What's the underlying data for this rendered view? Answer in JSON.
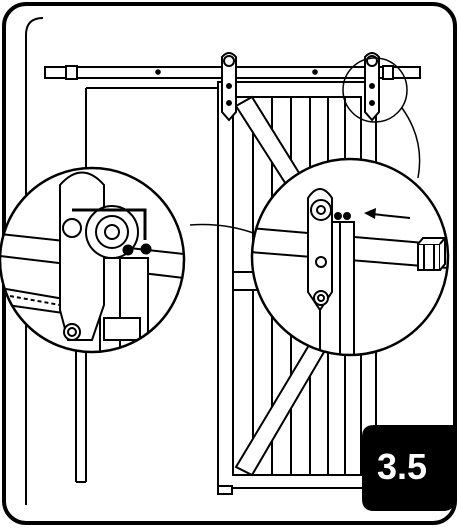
{
  "step_badge": {
    "label": "3.5",
    "bg": "#000000",
    "fg": "#ffffff"
  },
  "colors": {
    "ink": "#000000",
    "paper": "#ffffff",
    "shade": "#d9d9d9"
  },
  "parts": [
    "top-track-rail",
    "barn-door",
    "roller-hanger-left",
    "roller-hanger-right",
    "detail-callout-left",
    "detail-callout-right",
    "door-stop-part",
    "insert-direction-arrow"
  ]
}
